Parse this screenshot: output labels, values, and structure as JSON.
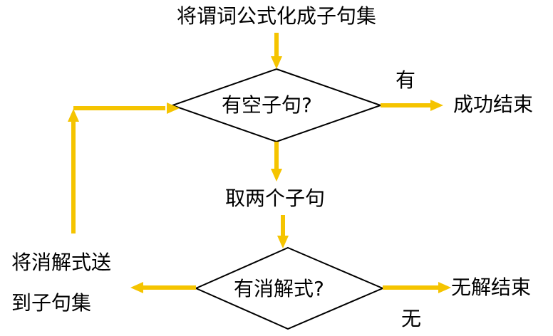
{
  "diagram": {
    "start_label": "将谓词公式化成子句集",
    "decision1_label": "有空子句?",
    "decision1_yes_label": "有",
    "end_success_label": "成功结束",
    "process_label": "取两个子句",
    "decision2_label": "有消解式?",
    "decision2_no_label": "无",
    "end_fail_label": "无解结束",
    "loop_label_line1": "将消解式送",
    "loop_label_line2": "到子句集"
  },
  "colors": {
    "arrow": "#F5C400",
    "shape_stroke": "#000000",
    "text": "#000000",
    "background": "#FFFFFF"
  }
}
